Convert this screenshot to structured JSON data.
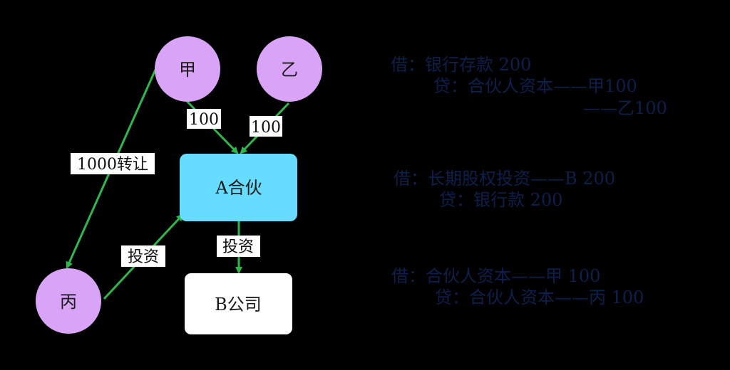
{
  "colors": {
    "background": "#000000",
    "person_node": "#d9a3f7",
    "partnership_box": "#66dcff",
    "company_box": "#ffffff",
    "arrow": "#2db84a",
    "journal_text": "#0d1f4c"
  },
  "nodes": {
    "jia": "甲",
    "yi": "乙",
    "bing": "丙",
    "partnership": "A合伙",
    "company": "B公司"
  },
  "edges": {
    "jia_to_a": "100",
    "yi_to_a": "100",
    "jia_to_bing": "1000转让",
    "bing_to_a": "投资",
    "a_to_b": "投资"
  },
  "journal": {
    "entry1": {
      "line1": "借：银行存款 200",
      "line2": "贷：合伙人资本——甲100",
      "line3": "——乙100"
    },
    "entry2": {
      "line1": "借：长期股权投资——B 200",
      "line2": "贷：银行款 200"
    },
    "entry3": {
      "line1": "借：合伙人资本——甲 100",
      "line2": "贷：合伙人资本——丙 100"
    }
  }
}
